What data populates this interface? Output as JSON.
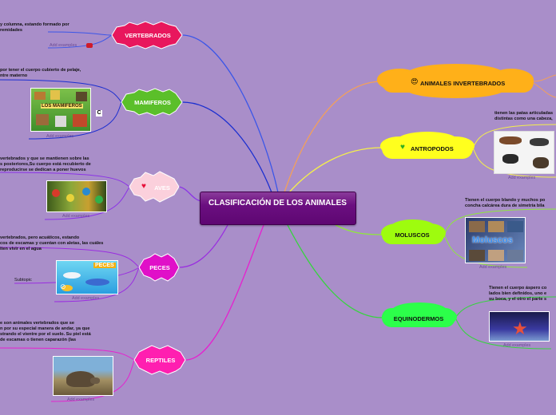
{
  "central": {
    "title": "CLASIFICACIÓN DE LOS ANIMALES"
  },
  "left_nodes": [
    {
      "label": "VERTEBRADOS",
      "description": "y columna, estando formado por\nremidades",
      "add_examples": "Add examples"
    },
    {
      "label": "MAMIFEROS",
      "description": "por tener el cuerpo cubierto de pelaje,\nntre materno",
      "add_examples": "Add examples",
      "image_text": "LOS MAMIFEROS"
    },
    {
      "label": "AVES",
      "description": " vertebrados y que se mantienen sobre las\ns posteriores,Su cuerpo está recubierto de\nreproducirse se dedican a poner huevos",
      "add_examples": "Add examples"
    },
    {
      "label": "PECES",
      "description": "vertebrados, pero acuáticos, estando\ncos de escamas y cuentan con aletas, las cuáles\niten vivir en el agua",
      "add_examples": "Add examples",
      "subtopic": "Subtopic",
      "image_text": "PECES"
    },
    {
      "label": "REPTILES",
      "description": "e son animales vertebrados que se\nn por su especial manera de andar, ya que\nstrando el vientre por el suelo. Su piel está\nde escamas o tienen caparazón (las",
      "add_examples": "Add examples"
    }
  ],
  "right_nodes": [
    {
      "label": "ANIMALES INVERTEBRADOS"
    },
    {
      "label": "ANTROPODOS",
      "description": "tienen las patas articuladas\ndistintas como una cabeza,",
      "add_examples": "Add examples"
    },
    {
      "label": "MOLUSCOS",
      "description": "Tienen el cuerpo blando y muchos po\nconcha calcárea dura de simetría bila",
      "add_examples": "Add examples",
      "image_text": "Moluscos"
    },
    {
      "label": "EQUINODERMOS",
      "description": "Tienen el cuerpo áspero co\nlados bien definidos, uno e\nsu boca, y el otro el parte s",
      "add_examples": "Add examples"
    }
  ],
  "colors": {
    "background": "#a98ec9",
    "central": "#6b0f80",
    "vertebrados": "#e8175d",
    "mamiferos": "#5bbf2a",
    "aves": "#fbd0dc",
    "peces": "#e010c8",
    "reptiles": "#ff1fb0",
    "invertebrados": "#ffb019",
    "antropodos": "#ffff1e",
    "moluscos": "#9efc0e",
    "equinodermos": "#2cff4a",
    "line_vertebrados": "#3b56e8",
    "line_mamiferos": "#1a2ed0",
    "line_aves": "#8b33e6",
    "line_peces": "#9a2de0",
    "line_reptiles": "#e620cf",
    "line_invertebrados": "#f3a05a",
    "line_antropodos": "#f5f04a",
    "line_moluscos": "#8fe83a",
    "line_equinodermos": "#36d43e"
  },
  "icons": {
    "invertebrados": "smiling-face-icon",
    "antropodos": "heart-icon",
    "aves": "heart-icon",
    "peces": "compass-icon",
    "mamiferos": "clipboard-icon",
    "vertebrados": "badge-icon"
  }
}
